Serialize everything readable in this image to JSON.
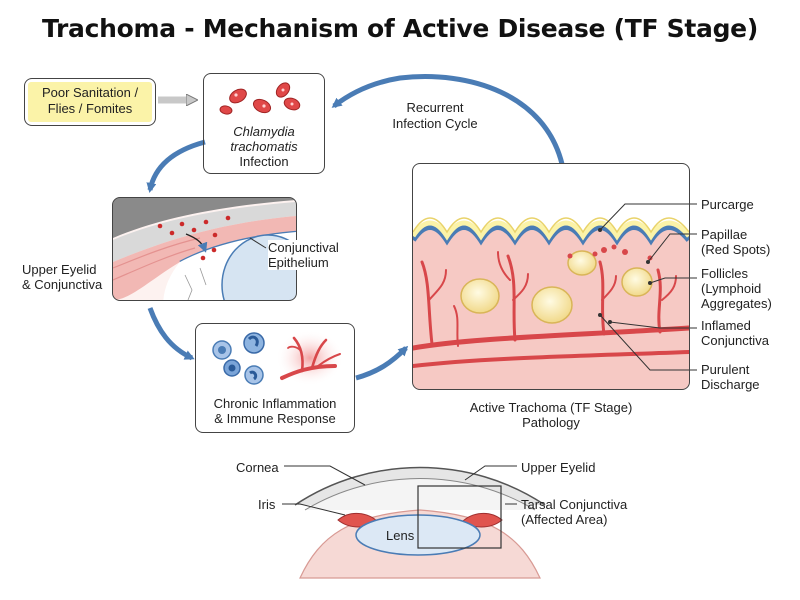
{
  "title": "Trachoma - Mechanism of Active Disease (TF Stage)",
  "cause": {
    "line1": "Poor Sanitation /",
    "line2": "Flies / Fomites"
  },
  "infection": {
    "line1": "Chlamydia",
    "line2": "trachomatis",
    "line3": "Infection"
  },
  "cycle": {
    "line1": "Recurrent",
    "line2": "Infection Cycle"
  },
  "eyelid": {
    "line1": "Upper Eyelid",
    "line2": "& Conjunctiva",
    "epi1": "Conjunctival",
    "epi2": "Epithelium"
  },
  "inflammation": {
    "line1": "Chronic Inflammation",
    "line2": "& Immune Response"
  },
  "pathology": {
    "caption1": "Active Trachoma (TF Stage)",
    "caption2": "Pathology",
    "labels": {
      "purcarge": "Purcarge",
      "papillae1": "Papillae",
      "papillae2": "(Red Spots)",
      "follicles1": "Follicles",
      "follicles2": "(Lymphoid",
      "follicles3": "Aggregates)",
      "inflamed1": "Inflamed",
      "inflamed2": "Conjunctiva",
      "purulent1": "Purulent",
      "purulent2": "Discharge"
    }
  },
  "anatomy": {
    "cornea": "Cornea",
    "iris": "Iris",
    "lens": "Lens",
    "upper_eyelid": "Upper Eyelid",
    "tarsal1": "Tarsal Conjunctiva",
    "tarsal2": "(Affected Area)"
  },
  "colors": {
    "arrow_blue": "#4a7cb5",
    "highlight_yellow": "#fbf3a8",
    "tissue_pink": "#f6c9c4",
    "vessel_red": "#d8474a",
    "follicle_yellow": "#f5e3a0"
  }
}
